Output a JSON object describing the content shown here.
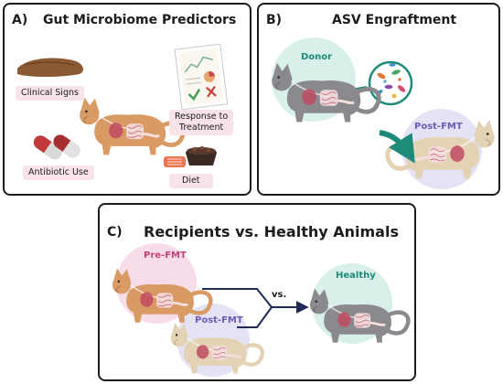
{
  "panel_a": {
    "letter": "A)",
    "title": "Gut Microbiome Predictors",
    "labels": {
      "clinical_signs": "Clinical Signs",
      "response": "Response to",
      "response2": "Treatment",
      "antibiotic": "Antibiotic Use",
      "diet": "Diet"
    }
  },
  "panel_b": {
    "letter": "B)",
    "title": "ASV Engraftment",
    "labels": {
      "donor": "Donor",
      "post_fmt": "Post-FMT"
    }
  },
  "panel_c": {
    "letter": "C)",
    "title": "Recipients vs. Healthy Animals",
    "labels": {
      "pre_fmt": "Pre-FMT",
      "post_fmt": "Post-FMT",
      "vs": "vs.",
      "healthy": "Healthy"
    }
  },
  "colors": {
    "orange_cat": "#d99a63",
    "grey_cat": "#8a8a8e",
    "cream_cat": "#e4d2b4",
    "donor_circle": "#d8efea",
    "post_fmt_circle": "#e4e2f5",
    "pre_fmt_circle": "#f7dce9",
    "healthy_circle": "#d8efea",
    "teal_accent": "#1d8a7a",
    "purple_accent": "#6b5bb3",
    "pink_accent": "#c2427a",
    "navy_arrow": "#1f2a55"
  }
}
